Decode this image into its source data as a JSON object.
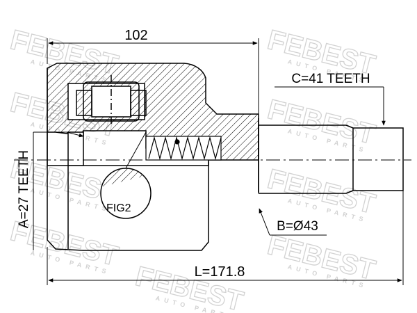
{
  "dimensions": {
    "housing_length": "102",
    "total_length": "L=171.8",
    "outer_teeth": "C=41 TEETH",
    "inner_teeth": "A=27 TEETH",
    "shaft_diameter": "B=Ø43"
  },
  "detail_label": "FIG2",
  "watermark": {
    "brand": "FEBEST",
    "tagline": "AUTO PARTS"
  },
  "colors": {
    "line": "#000000",
    "watermark": "#d2d2d2"
  }
}
